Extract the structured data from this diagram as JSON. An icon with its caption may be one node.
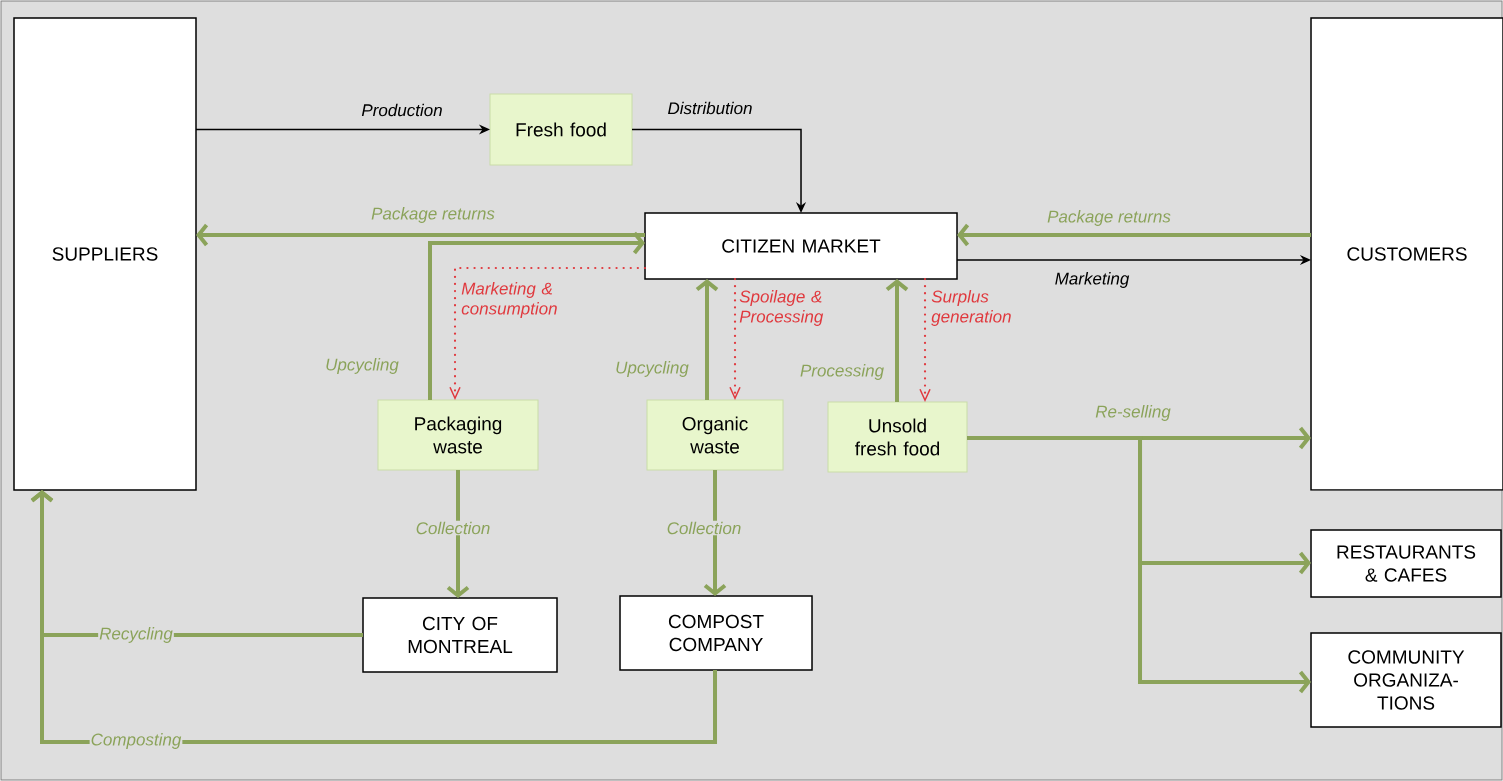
{
  "diagram": {
    "nodes": [
      {
        "text": [
          "SUPPLIERS"
        ]
      },
      {
        "text": [
          "Fresh food"
        ]
      },
      {
        "text": [
          "CITIZEN MARKET"
        ]
      },
      {
        "text": [
          "CUSTOMERS"
        ]
      },
      {
        "text": [
          "Packaging waste"
        ]
      },
      {
        "text": [
          "Organic waste"
        ]
      },
      {
        "text": [
          "Unsold fresh food"
        ]
      },
      {
        "text": [
          "CITY OF MONTREAL"
        ]
      },
      {
        "text": [
          "COMPOST COMPANY"
        ]
      },
      {
        "text": [
          "RESTAURANTS & CAFES"
        ]
      },
      {
        "text": [
          "COMMUNITY ORGANIZA- TIONS"
        ]
      }
    ],
    "edges": [
      {
        "from": 0,
        "to": 1,
        "arrow": "to",
        "label": "Production",
        "color": "#000000"
      },
      {
        "from": 1,
        "to": 2,
        "arrow": "to",
        "label": "Distribution",
        "color": "#000000"
      },
      {
        "from": 2,
        "to": 0,
        "arrow": "to",
        "label": "Package returns"
      },
      {
        "from": 3,
        "to": 2,
        "arrow": "to",
        "label": "Package returns"
      },
      {
        "from": 2,
        "to": 3,
        "arrow": "to",
        "label": "Marketing",
        "color": "#000000"
      },
      {
        "from": 4,
        "to": 2,
        "arrow": "to",
        "label": "Upcycling"
      },
      {
        "from": 2,
        "to": 4,
        "arrow": "to",
        "label": "Marketing & consumption",
        "style": "dashed",
        "color": "#e0393e"
      },
      {
        "from": 5,
        "to": 2,
        "arrow": "to",
        "label": "Upcycling"
      },
      {
        "from": 2,
        "to": 5,
        "arrow": "to",
        "label": "Spoilage & Processing",
        "style": "dashed",
        "color": "#e0393e"
      },
      {
        "from": 6,
        "to": 2,
        "arrow": "to",
        "label": "Processing"
      },
      {
        "from": 2,
        "to": 6,
        "arrow": "to",
        "label": "Surplus generation",
        "style": "dashed",
        "color": "#e0393e"
      },
      {
        "from": 6,
        "to": 3,
        "arrow": "to",
        "label": "Re-selling"
      },
      {
        "from": 6,
        "to": 9,
        "arrow": "to"
      },
      {
        "from": 6,
        "to": 10,
        "arrow": "to"
      },
      {
        "from": 4,
        "to": 7,
        "arrow": "to",
        "label": "Collection"
      },
      {
        "from": 5,
        "to": 8,
        "arrow": "to",
        "label": "Collection"
      },
      {
        "from": 7,
        "to": 0,
        "arrow": "to",
        "label": "Recycling"
      },
      {
        "from": 8,
        "to": 0,
        "arrow": "to",
        "label": "Composting"
      }
    ]
  }
}
